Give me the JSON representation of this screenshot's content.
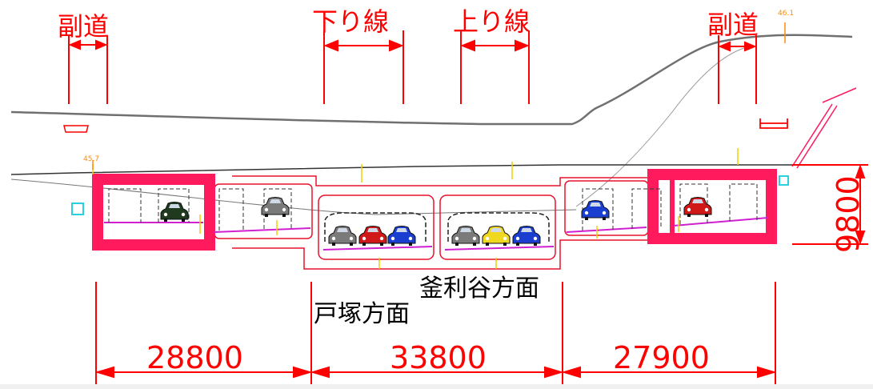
{
  "labels": {
    "side_road_left": "副道",
    "down_line": "下り線",
    "up_line": "上り線",
    "side_road_right": "副道",
    "direction_kamariya": "釜利谷方面",
    "direction_totsuka": "戸塚方面"
  },
  "elevations": {
    "left": "45.7",
    "right": "46.1"
  },
  "dimensions": {
    "height": "9800",
    "width_left": "28800",
    "width_center": "33800",
    "width_right": "27900"
  },
  "colors": {
    "dimension_red": "#ff0000",
    "structure_magenta": "#ff1a5e",
    "elevation_orange": "#ff8c00",
    "ground_gray": "#707070"
  },
  "vehicles": {
    "left_outer": [
      "dark green"
    ],
    "left_inner": [
      "gray"
    ],
    "center_left": [
      "gray",
      "red",
      "blue"
    ],
    "center_right": [
      "gray",
      "yellow",
      "blue"
    ],
    "right_inner": [
      "blue"
    ],
    "right_outer": [
      "red"
    ]
  }
}
